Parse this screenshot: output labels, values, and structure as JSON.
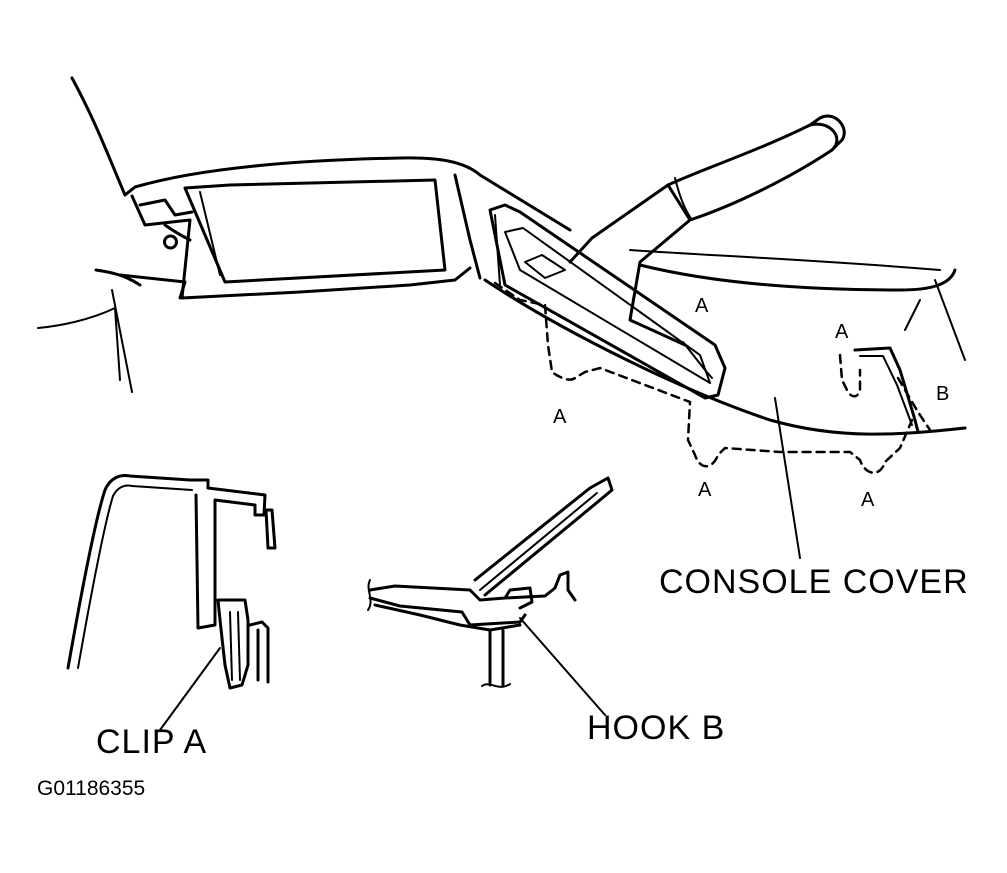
{
  "labels": {
    "console_cover": "CONSOLE COVER",
    "clip_a": "CLIP A",
    "hook_b": "HOOK B",
    "figure_code": "G01186355"
  },
  "callouts": {
    "a_handle": "A",
    "a_rear_top": "A",
    "a_left": "A",
    "a_mid": "A",
    "a_right": "A",
    "b_rear": "B"
  }
}
